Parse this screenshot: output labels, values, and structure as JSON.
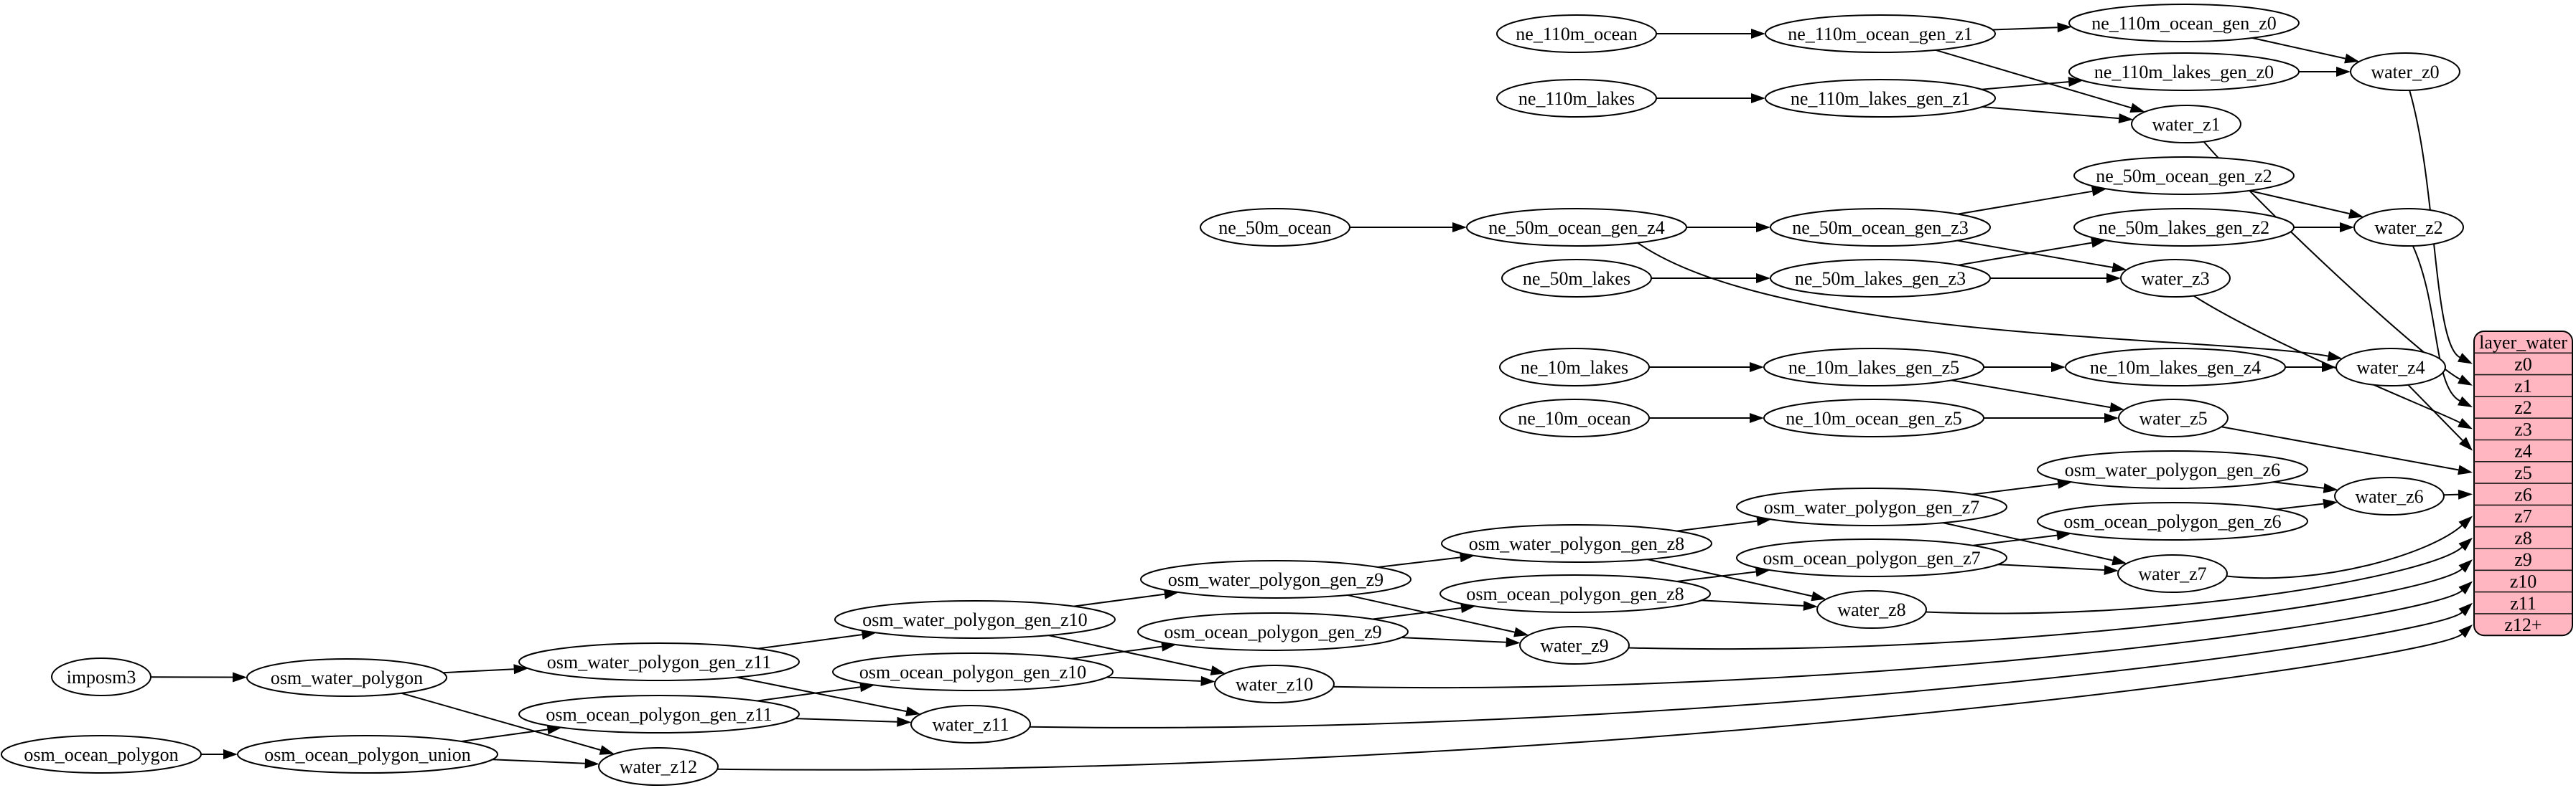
{
  "graph": {
    "background": "#ffffff",
    "node_fill": "#ffffff",
    "node_stroke": "#000000",
    "edge_color": "#000000",
    "nodes": [
      {
        "id": "ne_110m_ocean",
        "label": "ne_110m_ocean"
      },
      {
        "id": "ne_110m_ocean_gen_z1",
        "label": "ne_110m_ocean_gen_z1"
      },
      {
        "id": "ne_110m_ocean_gen_z0",
        "label": "ne_110m_ocean_gen_z0"
      },
      {
        "id": "ne_110m_lakes",
        "label": "ne_110m_lakes"
      },
      {
        "id": "ne_110m_lakes_gen_z1",
        "label": "ne_110m_lakes_gen_z1"
      },
      {
        "id": "ne_110m_lakes_gen_z0",
        "label": "ne_110m_lakes_gen_z0"
      },
      {
        "id": "water_z0",
        "label": "water_z0"
      },
      {
        "id": "water_z1",
        "label": "water_z1"
      },
      {
        "id": "ne_50m_ocean",
        "label": "ne_50m_ocean"
      },
      {
        "id": "ne_50m_ocean_gen_z4",
        "label": "ne_50m_ocean_gen_z4"
      },
      {
        "id": "ne_50m_ocean_gen_z3",
        "label": "ne_50m_ocean_gen_z3"
      },
      {
        "id": "ne_50m_ocean_gen_z2",
        "label": "ne_50m_ocean_gen_z2"
      },
      {
        "id": "ne_50m_lakes",
        "label": "ne_50m_lakes"
      },
      {
        "id": "ne_50m_lakes_gen_z3",
        "label": "ne_50m_lakes_gen_z3"
      },
      {
        "id": "ne_50m_lakes_gen_z2",
        "label": "ne_50m_lakes_gen_z2"
      },
      {
        "id": "water_z2",
        "label": "water_z2"
      },
      {
        "id": "water_z3",
        "label": "water_z3"
      },
      {
        "id": "ne_10m_lakes",
        "label": "ne_10m_lakes"
      },
      {
        "id": "ne_10m_lakes_gen_z5",
        "label": "ne_10m_lakes_gen_z5"
      },
      {
        "id": "ne_10m_lakes_gen_z4",
        "label": "ne_10m_lakes_gen_z4"
      },
      {
        "id": "water_z4",
        "label": "water_z4"
      },
      {
        "id": "ne_10m_ocean",
        "label": "ne_10m_ocean"
      },
      {
        "id": "ne_10m_ocean_gen_z5",
        "label": "ne_10m_ocean_gen_z5"
      },
      {
        "id": "water_z5",
        "label": "water_z5"
      },
      {
        "id": "osm_water_polygon_gen_z6",
        "label": "osm_water_polygon_gen_z6"
      },
      {
        "id": "osm_ocean_polygon_gen_z6",
        "label": "osm_ocean_polygon_gen_z6"
      },
      {
        "id": "water_z6",
        "label": "water_z6"
      },
      {
        "id": "osm_water_polygon_gen_z7",
        "label": "osm_water_polygon_gen_z7"
      },
      {
        "id": "osm_ocean_polygon_gen_z7",
        "label": "osm_ocean_polygon_gen_z7"
      },
      {
        "id": "water_z7",
        "label": "water_z7"
      },
      {
        "id": "osm_water_polygon_gen_z8",
        "label": "osm_water_polygon_gen_z8"
      },
      {
        "id": "osm_ocean_polygon_gen_z8",
        "label": "osm_ocean_polygon_gen_z8"
      },
      {
        "id": "water_z8",
        "label": "water_z8"
      },
      {
        "id": "osm_water_polygon_gen_z9",
        "label": "osm_water_polygon_gen_z9"
      },
      {
        "id": "osm_ocean_polygon_gen_z9",
        "label": "osm_ocean_polygon_gen_z9"
      },
      {
        "id": "water_z9",
        "label": "water_z9"
      },
      {
        "id": "osm_water_polygon_gen_z10",
        "label": "osm_water_polygon_gen_z10"
      },
      {
        "id": "osm_ocean_polygon_gen_z10",
        "label": "osm_ocean_polygon_gen_z10"
      },
      {
        "id": "water_z10",
        "label": "water_z10"
      },
      {
        "id": "osm_water_polygon_gen_z11",
        "label": "osm_water_polygon_gen_z11"
      },
      {
        "id": "osm_ocean_polygon_gen_z11",
        "label": "osm_ocean_polygon_gen_z11"
      },
      {
        "id": "water_z11",
        "label": "water_z11"
      },
      {
        "id": "imposm3",
        "label": "imposm3"
      },
      {
        "id": "osm_water_polygon",
        "label": "osm_water_polygon"
      },
      {
        "id": "osm_ocean_polygon",
        "label": "osm_ocean_polygon"
      },
      {
        "id": "osm_ocean_polygon_union",
        "label": "osm_ocean_polygon_union"
      },
      {
        "id": "water_z12",
        "label": "water_z12"
      }
    ],
    "edges": [
      {
        "from": "ne_110m_ocean",
        "to": "ne_110m_ocean_gen_z1"
      },
      {
        "from": "ne_110m_ocean_gen_z1",
        "to": "ne_110m_ocean_gen_z0"
      },
      {
        "from": "ne_110m_ocean_gen_z1",
        "to": "water_z1"
      },
      {
        "from": "ne_110m_ocean_gen_z0",
        "to": "water_z0"
      },
      {
        "from": "ne_110m_lakes",
        "to": "ne_110m_lakes_gen_z1"
      },
      {
        "from": "ne_110m_lakes_gen_z1",
        "to": "ne_110m_lakes_gen_z0"
      },
      {
        "from": "ne_110m_lakes_gen_z1",
        "to": "water_z1"
      },
      {
        "from": "ne_110m_lakes_gen_z0",
        "to": "water_z0"
      },
      {
        "from": "ne_50m_ocean",
        "to": "ne_50m_ocean_gen_z4"
      },
      {
        "from": "ne_50m_ocean_gen_z4",
        "to": "ne_50m_ocean_gen_z3"
      },
      {
        "from": "ne_50m_ocean_gen_z4",
        "to": "water_z4"
      },
      {
        "from": "ne_50m_ocean_gen_z3",
        "to": "ne_50m_ocean_gen_z2"
      },
      {
        "from": "ne_50m_ocean_gen_z3",
        "to": "water_z3"
      },
      {
        "from": "ne_50m_ocean_gen_z2",
        "to": "water_z2"
      },
      {
        "from": "ne_50m_lakes",
        "to": "ne_50m_lakes_gen_z3"
      },
      {
        "from": "ne_50m_lakes_gen_z3",
        "to": "ne_50m_lakes_gen_z2"
      },
      {
        "from": "ne_50m_lakes_gen_z3",
        "to": "water_z3"
      },
      {
        "from": "ne_50m_lakes_gen_z2",
        "to": "water_z2"
      },
      {
        "from": "ne_10m_lakes",
        "to": "ne_10m_lakes_gen_z5"
      },
      {
        "from": "ne_10m_lakes_gen_z5",
        "to": "ne_10m_lakes_gen_z4"
      },
      {
        "from": "ne_10m_lakes_gen_z5",
        "to": "water_z5"
      },
      {
        "from": "ne_10m_lakes_gen_z4",
        "to": "water_z4"
      },
      {
        "from": "ne_10m_ocean",
        "to": "ne_10m_ocean_gen_z5"
      },
      {
        "from": "ne_10m_ocean_gen_z5",
        "to": "water_z5"
      },
      {
        "from": "imposm3",
        "to": "osm_water_polygon"
      },
      {
        "from": "osm_water_polygon",
        "to": "osm_water_polygon_gen_z11"
      },
      {
        "from": "osm_water_polygon",
        "to": "water_z12"
      },
      {
        "from": "osm_ocean_polygon",
        "to": "osm_ocean_polygon_union"
      },
      {
        "from": "osm_ocean_polygon_union",
        "to": "osm_ocean_polygon_gen_z11"
      },
      {
        "from": "osm_ocean_polygon_union",
        "to": "water_z12"
      },
      {
        "from": "osm_water_polygon_gen_z11",
        "to": "osm_water_polygon_gen_z10"
      },
      {
        "from": "osm_water_polygon_gen_z11",
        "to": "water_z11"
      },
      {
        "from": "osm_ocean_polygon_gen_z11",
        "to": "osm_ocean_polygon_gen_z10"
      },
      {
        "from": "osm_ocean_polygon_gen_z11",
        "to": "water_z11"
      },
      {
        "from": "osm_water_polygon_gen_z10",
        "to": "osm_water_polygon_gen_z9"
      },
      {
        "from": "osm_water_polygon_gen_z10",
        "to": "water_z10"
      },
      {
        "from": "osm_ocean_polygon_gen_z10",
        "to": "osm_ocean_polygon_gen_z9"
      },
      {
        "from": "osm_ocean_polygon_gen_z10",
        "to": "water_z10"
      },
      {
        "from": "osm_water_polygon_gen_z9",
        "to": "osm_water_polygon_gen_z8"
      },
      {
        "from": "osm_water_polygon_gen_z9",
        "to": "water_z9"
      },
      {
        "from": "osm_ocean_polygon_gen_z9",
        "to": "osm_ocean_polygon_gen_z8"
      },
      {
        "from": "osm_ocean_polygon_gen_z9",
        "to": "water_z9"
      },
      {
        "from": "osm_water_polygon_gen_z8",
        "to": "osm_water_polygon_gen_z7"
      },
      {
        "from": "osm_water_polygon_gen_z8",
        "to": "water_z8"
      },
      {
        "from": "osm_ocean_polygon_gen_z8",
        "to": "osm_ocean_polygon_gen_z7"
      },
      {
        "from": "osm_ocean_polygon_gen_z8",
        "to": "water_z8"
      },
      {
        "from": "osm_water_polygon_gen_z7",
        "to": "osm_water_polygon_gen_z6"
      },
      {
        "from": "osm_water_polygon_gen_z7",
        "to": "water_z7"
      },
      {
        "from": "osm_ocean_polygon_gen_z7",
        "to": "osm_ocean_polygon_gen_z6"
      },
      {
        "from": "osm_ocean_polygon_gen_z7",
        "to": "water_z7"
      },
      {
        "from": "osm_water_polygon_gen_z6",
        "to": "water_z6"
      },
      {
        "from": "osm_ocean_polygon_gen_z6",
        "to": "water_z6"
      },
      {
        "from": "water_z0",
        "to": "layer_water",
        "port": "z0"
      },
      {
        "from": "water_z1",
        "to": "layer_water",
        "port": "z1"
      },
      {
        "from": "water_z2",
        "to": "layer_water",
        "port": "z2"
      },
      {
        "from": "water_z3",
        "to": "layer_water",
        "port": "z3"
      },
      {
        "from": "water_z4",
        "to": "layer_water",
        "port": "z4"
      },
      {
        "from": "water_z5",
        "to": "layer_water",
        "port": "z5"
      },
      {
        "from": "water_z6",
        "to": "layer_water",
        "port": "z6"
      },
      {
        "from": "water_z7",
        "to": "layer_water",
        "port": "z7"
      },
      {
        "from": "water_z8",
        "to": "layer_water",
        "port": "z8"
      },
      {
        "from": "water_z9",
        "to": "layer_water",
        "port": "z9"
      },
      {
        "from": "water_z10",
        "to": "layer_water",
        "port": "z10"
      },
      {
        "from": "water_z11",
        "to": "layer_water",
        "port": "z11"
      },
      {
        "from": "water_z12",
        "to": "layer_water",
        "port": "z12+"
      }
    ],
    "table": {
      "id": "layer_water",
      "title": "layer_water",
      "rows": [
        "z0",
        "z1",
        "z2",
        "z3",
        "z4",
        "z5",
        "z6",
        "z7",
        "z8",
        "z9",
        "z10",
        "z11",
        "z12+"
      ],
      "fill": "#ffb6c1",
      "stroke": "#000000"
    }
  }
}
